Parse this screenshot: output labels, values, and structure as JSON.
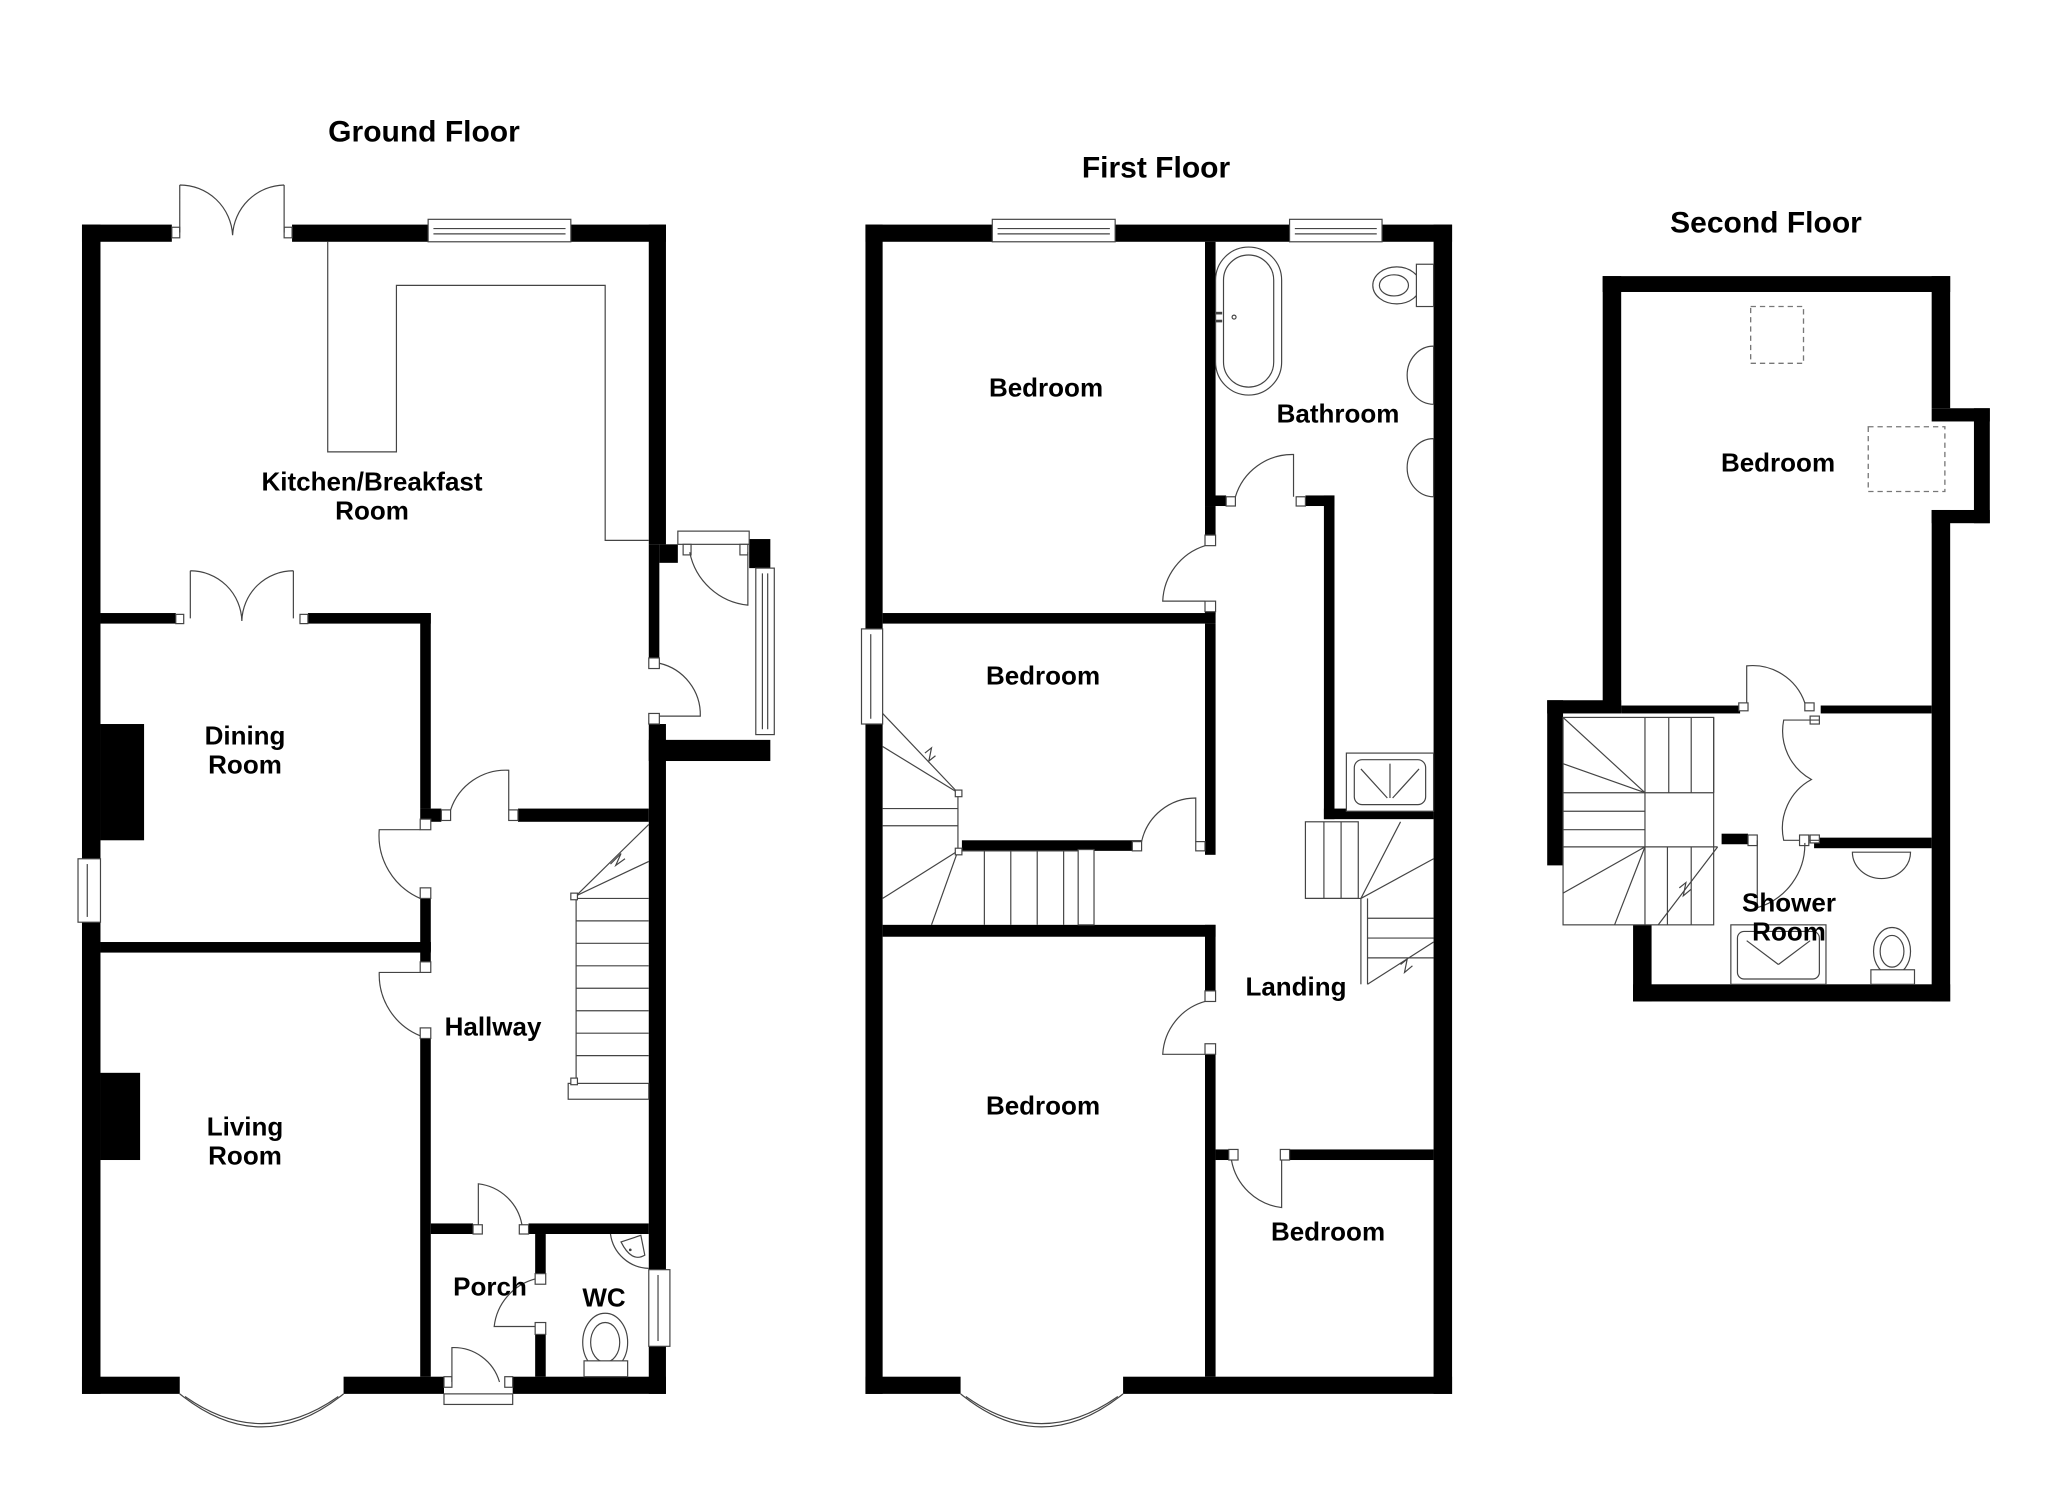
{
  "floors": {
    "ground": {
      "title": "Ground Floor",
      "rooms": {
        "kitchen": "Kitchen/Breakfast\nRoom",
        "dining": "Dining\nRoom",
        "living": "Living\nRoom",
        "hallway": "Hallway",
        "porch": "Porch",
        "wc": "WC"
      }
    },
    "first": {
      "title": "First Floor",
      "rooms": {
        "bedroom_rear": "Bedroom",
        "bathroom": "Bathroom",
        "bedroom_middle": "Bedroom",
        "landing": "Landing",
        "bedroom_front": "Bedroom",
        "bedroom_small": "Bedroom"
      }
    },
    "second": {
      "title": "Second Floor",
      "rooms": {
        "bedroom": "Bedroom",
        "shower": "Shower\nRoom"
      }
    }
  },
  "colors": {
    "wall": "#000000",
    "fixture_line": "#444444",
    "background": "#ffffff"
  }
}
